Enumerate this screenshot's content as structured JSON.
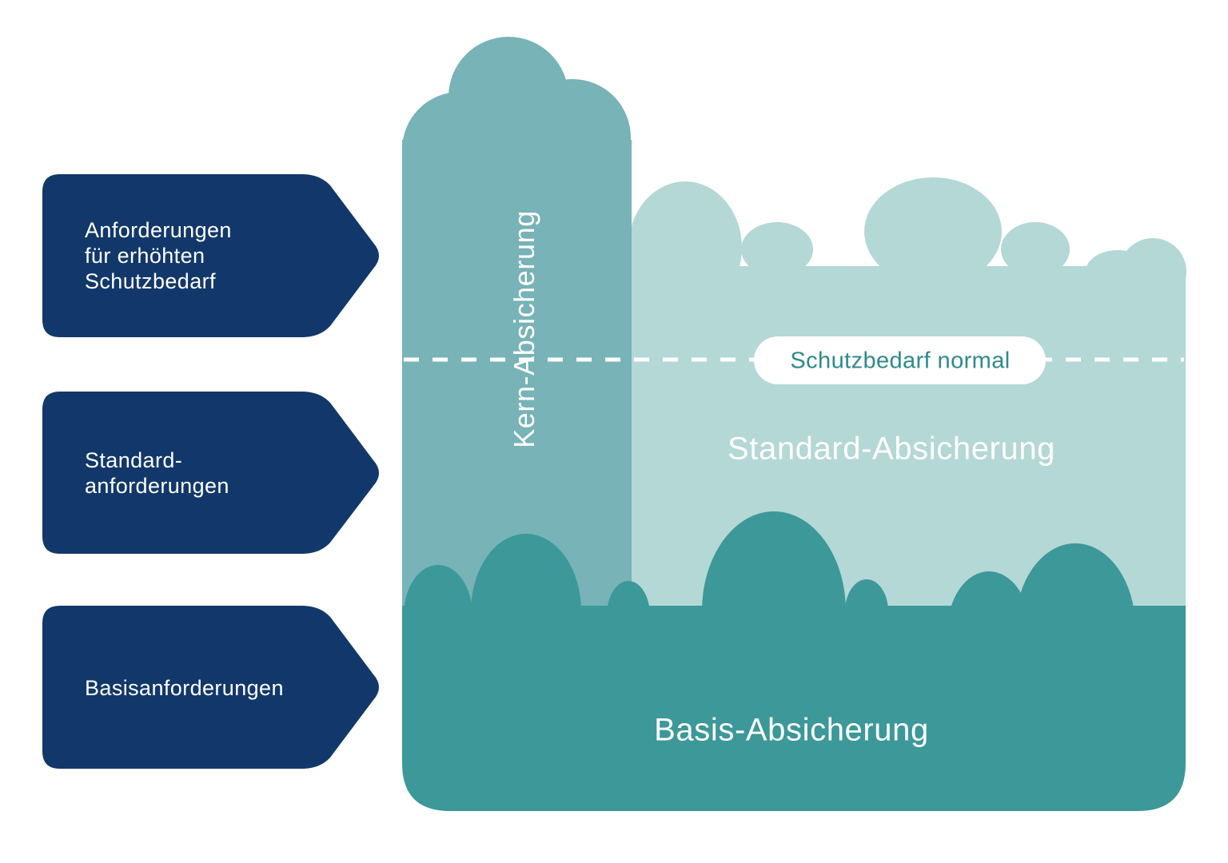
{
  "colors": {
    "navy": "#12386B",
    "kern_teal": "#77B3B7",
    "standard_teal": "#B4D8D5",
    "basis_teal": "#3C9899",
    "dash_line": "#FFFFFF",
    "pill_bg": "#FFFFFF",
    "pill_text": "#2E8A8D",
    "label_text": "#FFFFFF"
  },
  "left_labels": [
    {
      "id": "erhoehter-schutzbedarf",
      "lines": [
        "Anforderungen",
        "für erhöhten",
        "Schutzbedarf"
      ]
    },
    {
      "id": "standard-anforderungen",
      "lines": [
        "Standard-",
        "anforderungen"
      ]
    },
    {
      "id": "basis-anforderungen",
      "lines": [
        "Basisanforderungen"
      ]
    }
  ],
  "areas": {
    "kern": {
      "label": "Kern-Absicherung"
    },
    "standard": {
      "label": "Standard-Absicherung"
    },
    "basis": {
      "label": "Basis-Absicherung"
    }
  },
  "threshold": {
    "label": "Schutzbedarf normal"
  }
}
